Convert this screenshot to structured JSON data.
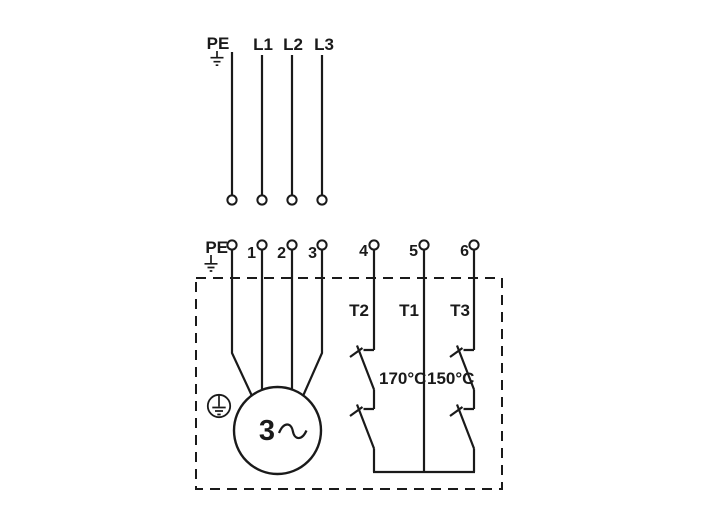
{
  "colors": {
    "line": "#1a1a1a",
    "background": "#ffffff"
  },
  "supply": {
    "pe": "PE",
    "phases": [
      "L1",
      "L2",
      "L3"
    ]
  },
  "terminals": {
    "pe": "PE",
    "numbers": [
      "1",
      "2",
      "3",
      "4",
      "5",
      "6"
    ]
  },
  "motor": {
    "phase_count": "3"
  },
  "protection": {
    "labels": [
      "T2",
      "T1",
      "T3"
    ],
    "temperatures": [
      "170°C",
      "150°C"
    ]
  }
}
